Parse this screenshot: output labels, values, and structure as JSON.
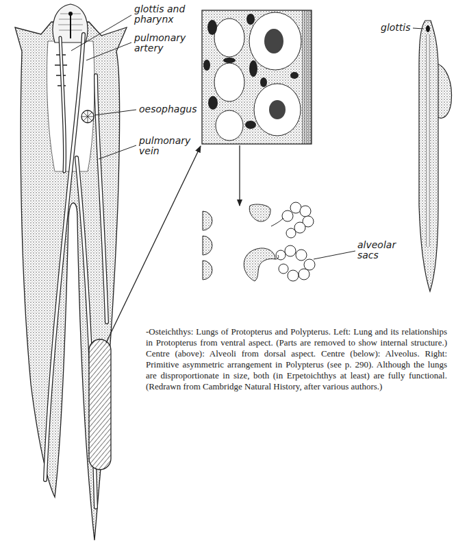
{
  "diagram": {
    "caption": "-Osteichthys: Lungs of Protopterus and Polypterus. Left: Lung and its relationships in Protopterus from ventral aspect. (Parts are removed to show internal structure.) Centre (above): Alveoli from dorsal aspect. Centre (below): Alveolus. Right: Primitive asymmetric arrangement in Polypterus (see p. 290). Although the lungs are disproportionate in size, both (in Erpetoichthys at least) are fully functional. (Redrawn from Cambridge Natural History, after various authors.)",
    "labels": [
      "glottis and pharynx",
      "pulmonary artery",
      "oesophagus",
      "pulmonary vein",
      "alveolar sacs",
      "glottis"
    ]
  }
}
